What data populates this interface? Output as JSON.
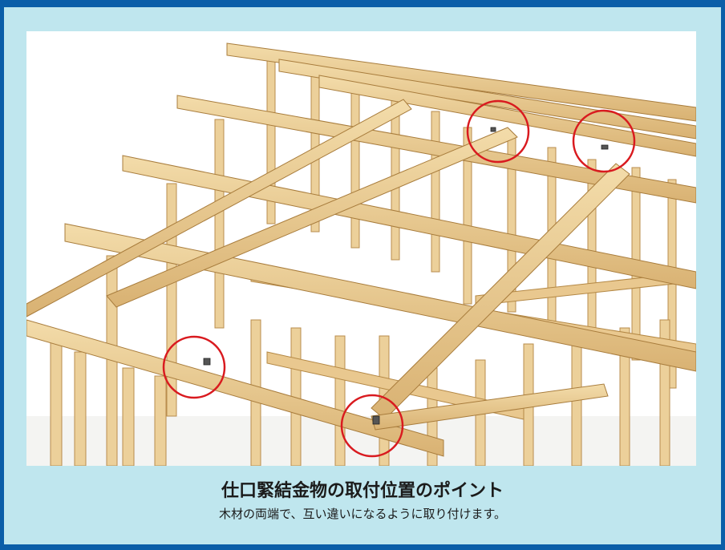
{
  "caption": {
    "title": "仕口緊結金物の取付位置のポイント",
    "subtitle": "木材の両端で、互い違いになるように取り付けます。"
  },
  "illustration": {
    "subject": "wood-frame-structure",
    "marker_color": "#d91a1f",
    "wood_color": "#e9c88f",
    "marker_count": 4
  },
  "colors": {
    "border": "#0b5ea8",
    "background": "#bfe6ee"
  }
}
